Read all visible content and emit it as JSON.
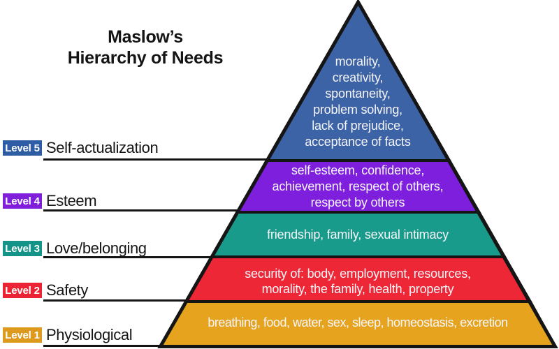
{
  "title": {
    "line1": "Maslow’s",
    "line2": "Hierarchy of Needs"
  },
  "colors": {
    "outline": "#151515",
    "level_text": "#f6f5f9",
    "label_text": "#161616"
  },
  "levels": [
    {
      "badge": "Level 1",
      "name": "Physiological",
      "color": "#E6A41E",
      "badge_color": "#DD9A1D",
      "lines": [
        "breathing, food, water, sex, sleep, homeostasis, excretion"
      ]
    },
    {
      "badge": "Level 2",
      "name": "Safety",
      "color": "#EE2736",
      "badge_color": "#EB2334",
      "lines": [
        "security of: body, employment, resources,",
        "morality, the family, health, property"
      ]
    },
    {
      "badge": "Level 3",
      "name": "Love/belonging",
      "color": "#199B8C",
      "badge_color": "#149488",
      "lines": [
        "friendship, family, sexual intimacy"
      ]
    },
    {
      "badge": "Level 4",
      "name": "Esteem",
      "color": "#7D1FDD",
      "badge_color": "#801FDB",
      "lines": [
        "self-esteem, confidence,",
        "achievement, respect of others,",
        "respect by others"
      ]
    },
    {
      "badge": "Level 5",
      "name": "Self-actualization",
      "color": "#3C63A6",
      "badge_color": "#2E5CA5",
      "lines": [
        "morality,",
        "creativity,",
        "spontaneity,",
        "problem solving,",
        "lack of prejudice,",
        "acceptance of facts"
      ]
    }
  ]
}
